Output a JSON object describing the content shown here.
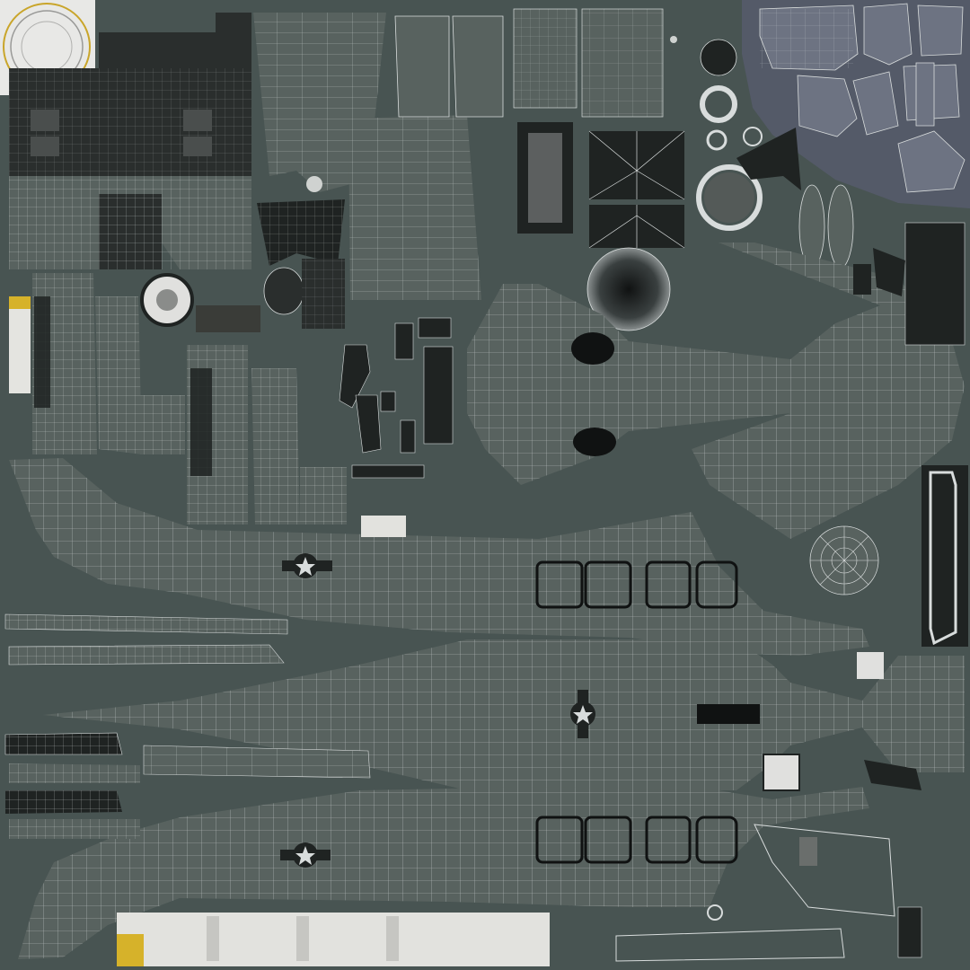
{
  "sheet": {
    "background": "#485452",
    "shell_fill": "#58625f",
    "wire_color": "#d8dcdc",
    "dark_part": "#1f2322",
    "panel_color": "#545a68",
    "accent_yellow": "#d6b22a",
    "label_white": "#e6e6e2"
  },
  "insignia": {
    "icon": "star-roundel-icon",
    "count": 3
  },
  "window_frames": {
    "upper_row": 4,
    "lower_row": 4
  }
}
